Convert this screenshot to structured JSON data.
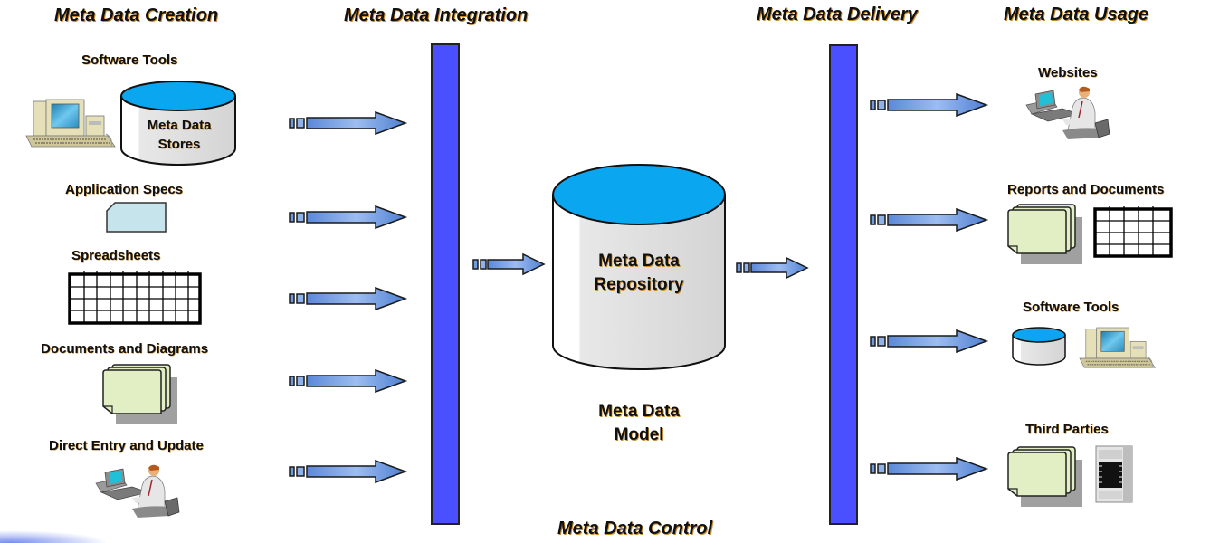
{
  "columns": {
    "creation": "Meta Data Creation",
    "integration": "Meta Data Integration",
    "delivery": "Meta Data Delivery",
    "usage": "Meta Data Usage"
  },
  "sources": [
    {
      "label": "Software Tools",
      "icons": [
        "computer-icon",
        "database-icon"
      ],
      "store_label_line1": "Meta Data",
      "store_label_line2": "Stores"
    },
    {
      "label": "Application Specs",
      "icons": [
        "card-icon"
      ]
    },
    {
      "label": "Spreadsheets",
      "icons": [
        "spreadsheet-icon"
      ]
    },
    {
      "label": "Documents and Diagrams",
      "icons": [
        "documents-icon"
      ]
    },
    {
      "label": "Direct Entry and Update",
      "icons": [
        "person-at-computer-icon"
      ]
    }
  ],
  "repository": {
    "line1": "Meta Data",
    "line2": "Repository"
  },
  "model": {
    "line1": "Meta Data",
    "line2": "Model"
  },
  "control": "Meta Data Control",
  "targets": [
    {
      "label": "Websites",
      "icons": [
        "person-at-computer-icon"
      ]
    },
    {
      "label": "Reports and Documents",
      "icons": [
        "documents-icon",
        "spreadsheet-icon"
      ]
    },
    {
      "label": "Software Tools",
      "icons": [
        "database-icon",
        "computer-icon"
      ]
    },
    {
      "label": "Third Parties",
      "icons": [
        "documents-icon",
        "server-icon"
      ]
    }
  ],
  "colors": {
    "bar": "#4a4fff",
    "cylinder_top": "#0aa6f0",
    "arrow": "#6f9be0",
    "document": "#e2efc4",
    "card": "#c6e4ec"
  }
}
